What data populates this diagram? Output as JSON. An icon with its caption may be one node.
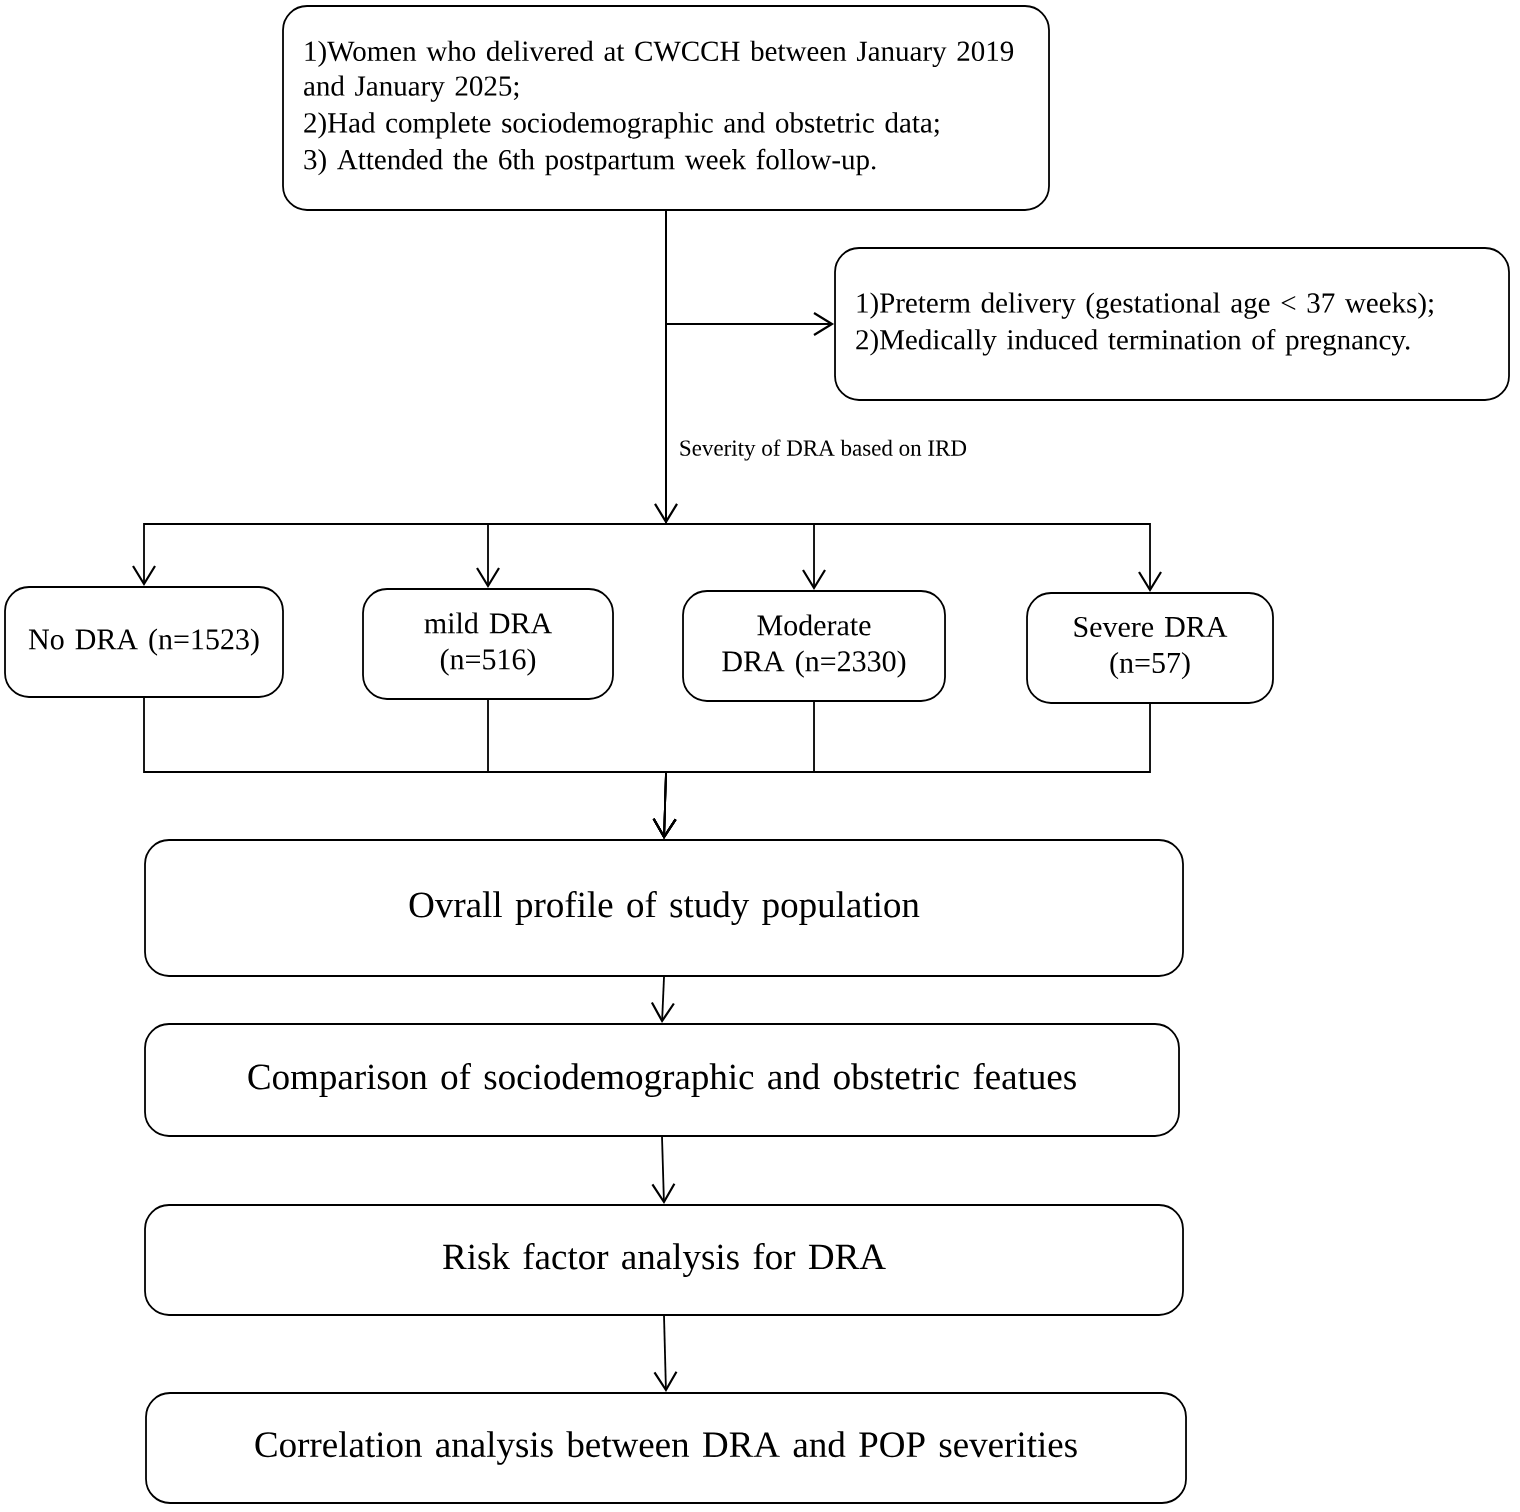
{
  "diagram": {
    "nodes": [
      {
        "text": [
          "1)Women who delivered at CWCCH between January 2019 and January 2025;",
          "2)Had complete sociodemographic and obstetric data;",
          "3) Attended the 6th postpartum week follow-up."
        ]
      },
      {
        "text": [
          "1)Preterm delivery (gestational age < 37 weeks);",
          "2)Medically induced termination of pregnancy."
        ]
      },
      {
        "text": [
          "No DRA (n=1523)"
        ]
      },
      {
        "text": [
          "mild DRA (n=516)"
        ]
      },
      {
        "text": [
          "Moderate DRA (n=2330)"
        ]
      },
      {
        "text": [
          "Severe DRA (n=57)"
        ]
      },
      {
        "text": [
          "Ovrall profile of study population"
        ]
      },
      {
        "text": [
          "Comparison of sociodemographic and obstetric featues"
        ]
      },
      {
        "text": [
          "Risk factor analysis for DRA"
        ]
      },
      {
        "text": [
          "Correlation analysis between DRA and POP severities"
        ]
      }
    ],
    "edges": [
      {
        "from": 0,
        "to": 1,
        "arrow": "to"
      },
      {
        "from": 0,
        "to": 2,
        "arrow": "to",
        "label": "Severity of DRA based on IRD"
      },
      {
        "from": 0,
        "to": 3,
        "arrow": "to"
      },
      {
        "from": 0,
        "to": 4,
        "arrow": "to"
      },
      {
        "from": 0,
        "to": 5,
        "arrow": "to"
      },
      {
        "from": 2,
        "to": 6,
        "arrow": "to"
      },
      {
        "from": 3,
        "to": 6,
        "arrow": "to"
      },
      {
        "from": 4,
        "to": 6,
        "arrow": "to"
      },
      {
        "from": 5,
        "to": 6,
        "arrow": "to"
      },
      {
        "from": 6,
        "to": 7,
        "arrow": "to"
      },
      {
        "from": 7,
        "to": 8,
        "arrow": "to"
      },
      {
        "from": 8,
        "to": 9,
        "arrow": "to"
      }
    ]
  }
}
